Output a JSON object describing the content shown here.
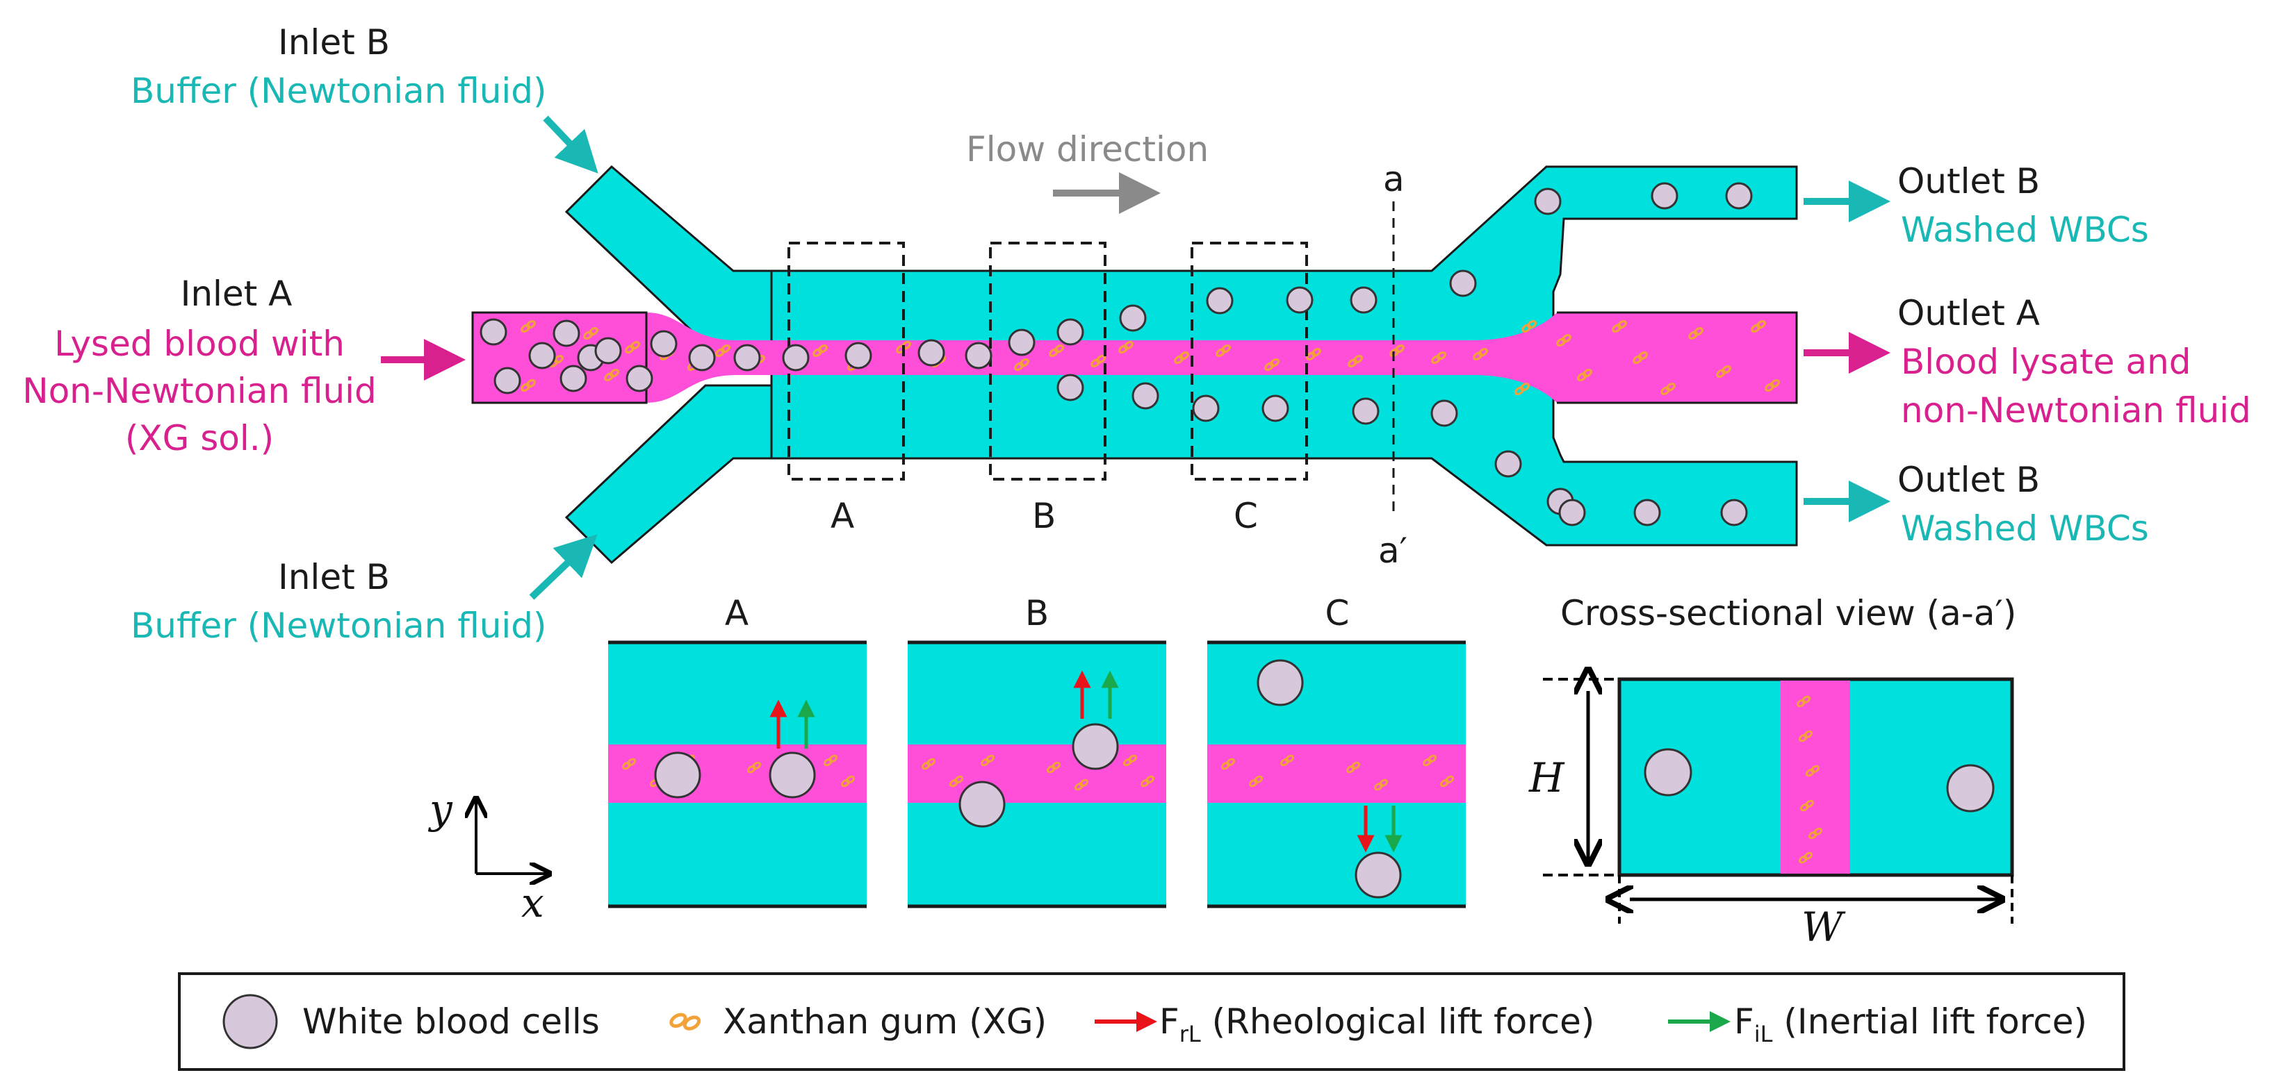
{
  "labels": {
    "inlet_b_top": "Inlet B",
    "inlet_b_top_sub": "Buffer (Newtonian fluid)",
    "inlet_a": "Inlet A",
    "inlet_a_sub1": "Lysed blood with",
    "inlet_a_sub2": "Non-Newtonian fluid",
    "inlet_a_sub3": "(XG sol.)",
    "inlet_b_bottom": "Inlet B",
    "inlet_b_bottom_sub": "Buffer (Newtonian fluid)",
    "flow_direction": "Flow direction",
    "section_a": "a",
    "section_a_prime": "a′",
    "region_a": "A",
    "region_b": "B",
    "region_c": "C",
    "outlet_b_top": "Outlet B",
    "outlet_b_top_sub": "Washed WBCs",
    "outlet_a": "Outlet A",
    "outlet_a_sub1": "Blood lysate and",
    "outlet_a_sub2": "non-Newtonian fluid",
    "outlet_b_bottom": "Outlet B",
    "outlet_b_bottom_sub": "Washed WBCs",
    "panel_a": "A",
    "panel_b": "B",
    "panel_c": "C",
    "cross_title": "Cross-sectional view (a-a′)",
    "dim_h": "H",
    "dim_w": "W",
    "axis_y": "y",
    "axis_x": "x"
  },
  "legend": {
    "wbc": "White blood cells",
    "xg": "Xanthan gum (XG)",
    "frl_sym": "F",
    "frl_sub": "rL",
    "frl_desc": " (Rheological lift force)",
    "fil_sym": "F",
    "fil_sub": "iL",
    "fil_desc": " (Inertial lift force)"
  },
  "colors": {
    "buffer": "#00e0dc",
    "blood": "#ff4fd8",
    "cell": "#d8c8dc",
    "xg": "#f3a23a",
    "rheological": "#e8141a",
    "inertial": "#1aa84a",
    "label_cyan": "#1ab8b4",
    "label_magenta": "#d8208e"
  }
}
